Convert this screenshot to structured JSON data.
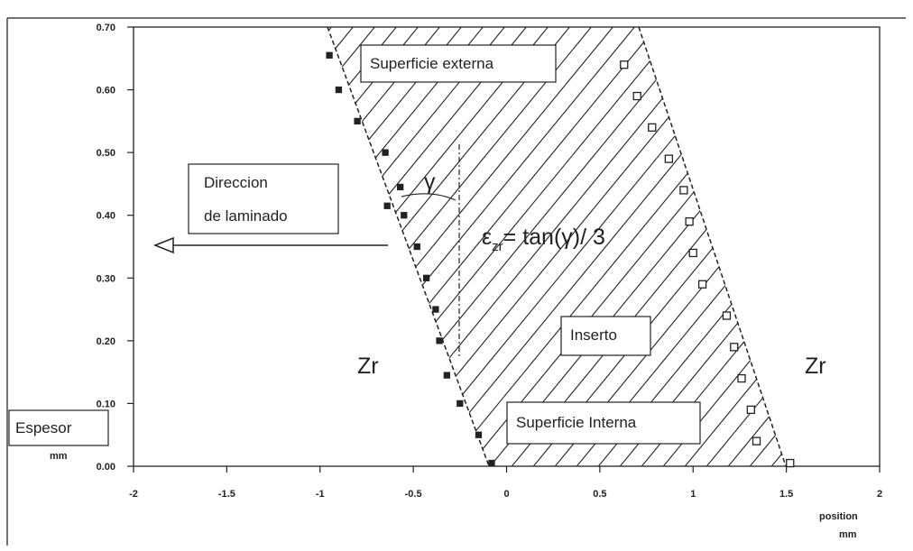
{
  "chart_data": {
    "type": "scatter",
    "title": "",
    "xlabel": "position",
    "xunit": "mm",
    "ylabel": "Espesor",
    "yunit": "mm",
    "xlim": [
      -2,
      2
    ],
    "ylim": [
      0,
      0.7
    ],
    "xticks": [
      "-2",
      "-1.5",
      "-1",
      "-0.5",
      "0",
      "0.5",
      "1",
      "1.5",
      "2"
    ],
    "yticks": [
      "0.00",
      "0.10",
      "0.20",
      "0.30",
      "0.40",
      "0.50",
      "0.60",
      "0.70"
    ],
    "grid": false,
    "series": [
      {
        "marker": "filled-square",
        "color": "#222222",
        "points": [
          {
            "x": -0.95,
            "y": 0.655
          },
          {
            "x": -0.9,
            "y": 0.6
          },
          {
            "x": -0.8,
            "y": 0.55
          },
          {
            "x": -0.65,
            "y": 0.5
          },
          {
            "x": -0.57,
            "y": 0.445
          },
          {
            "x": -0.64,
            "y": 0.415
          },
          {
            "x": -0.55,
            "y": 0.4
          },
          {
            "x": -0.48,
            "y": 0.35
          },
          {
            "x": -0.43,
            "y": 0.3
          },
          {
            "x": -0.38,
            "y": 0.25
          },
          {
            "x": -0.36,
            "y": 0.2
          },
          {
            "x": -0.32,
            "y": 0.145
          },
          {
            "x": -0.25,
            "y": 0.1
          },
          {
            "x": -0.15,
            "y": 0.05
          },
          {
            "x": -0.08,
            "y": 0.005
          }
        ]
      },
      {
        "marker": "open-square",
        "color": "#222222",
        "points": [
          {
            "x": 0.63,
            "y": 0.64
          },
          {
            "x": 0.7,
            "y": 0.59
          },
          {
            "x": 0.78,
            "y": 0.54
          },
          {
            "x": 0.87,
            "y": 0.49
          },
          {
            "x": 0.95,
            "y": 0.44
          },
          {
            "x": 0.98,
            "y": 0.39
          },
          {
            "x": 1.0,
            "y": 0.34
          },
          {
            "x": 1.05,
            "y": 0.29
          },
          {
            "x": 1.18,
            "y": 0.24
          },
          {
            "x": 1.22,
            "y": 0.19
          },
          {
            "x": 1.26,
            "y": 0.14
          },
          {
            "x": 1.31,
            "y": 0.09
          },
          {
            "x": 1.34,
            "y": 0.04
          },
          {
            "x": 1.52,
            "y": 0.005
          }
        ]
      }
    ],
    "annotations": {
      "superficie_externa": "Superficie externa",
      "superficie_interna": "Superficie Interna",
      "inserto": "Inserto",
      "zr_left": "Zr",
      "zr_right": "Zr",
      "direccion_line1": "Direccion",
      "direccion_line2": "de laminado",
      "gamma": "γ",
      "formula_epsilon": "ε",
      "formula_sub": "zr",
      "formula_rest": "= tan(γ)/ 3"
    },
    "colors": {
      "ink": "#222222",
      "background": "#ffffff"
    }
  }
}
